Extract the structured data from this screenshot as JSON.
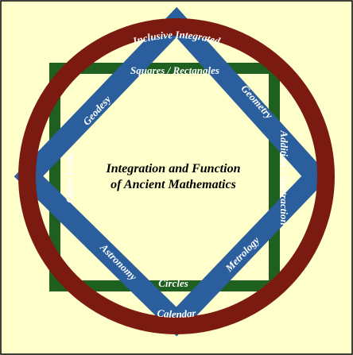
{
  "colors": {
    "background": "#ffffcc",
    "border": "#000000",
    "ring": "#7a1a10",
    "square": "#1f5f1f",
    "diamond": "#2a5e9c",
    "label": "#ffffff",
    "title": "#000000"
  },
  "labels": {
    "ring_top": "Inclusive Integrated",
    "ring_bottom": "Calendar",
    "square_top": "Squares / Rectangles",
    "square_bottom": "Circles",
    "square_left": "Other Units",
    "square_right": "Addition / Subtraction",
    "diamond_top_left": "Geodesy",
    "diamond_top_right": "Geometry",
    "diamond_bottom_left": "Astronomy",
    "diamond_bottom_right": "Metrology"
  },
  "center": {
    "line1": "Integration and Function",
    "line2": "of Ancient Mathematics"
  }
}
